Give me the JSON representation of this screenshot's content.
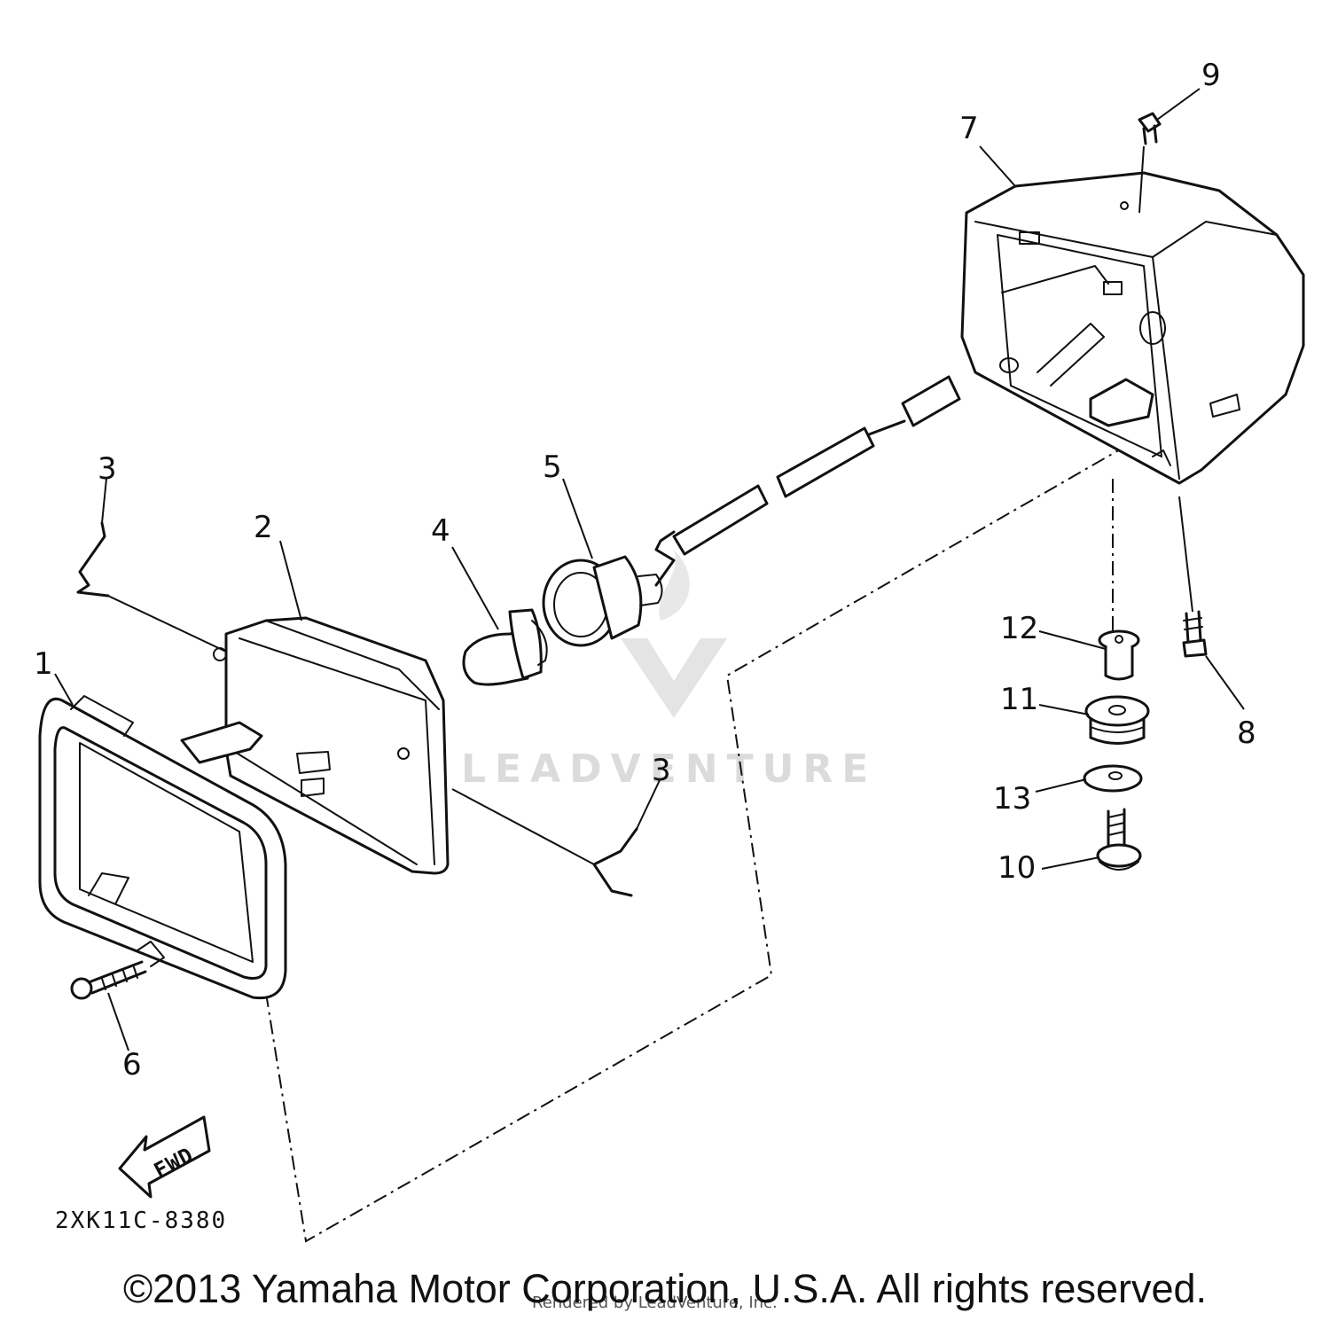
{
  "diagram": {
    "part_labels": [
      "1",
      "2",
      "3",
      "3",
      "4",
      "5",
      "6",
      "7",
      "8",
      "9",
      "10",
      "11",
      "12",
      "13"
    ],
    "fwd_label": "FWD",
    "diagram_code": "2XK11C-8380",
    "watermark_text": "LEADVENTURE",
    "render_credit": "Rendered by LeadVenture, Inc.",
    "copyright": "©2013 Yamaha Motor Corporation, U.S.A. All rights reserved."
  }
}
